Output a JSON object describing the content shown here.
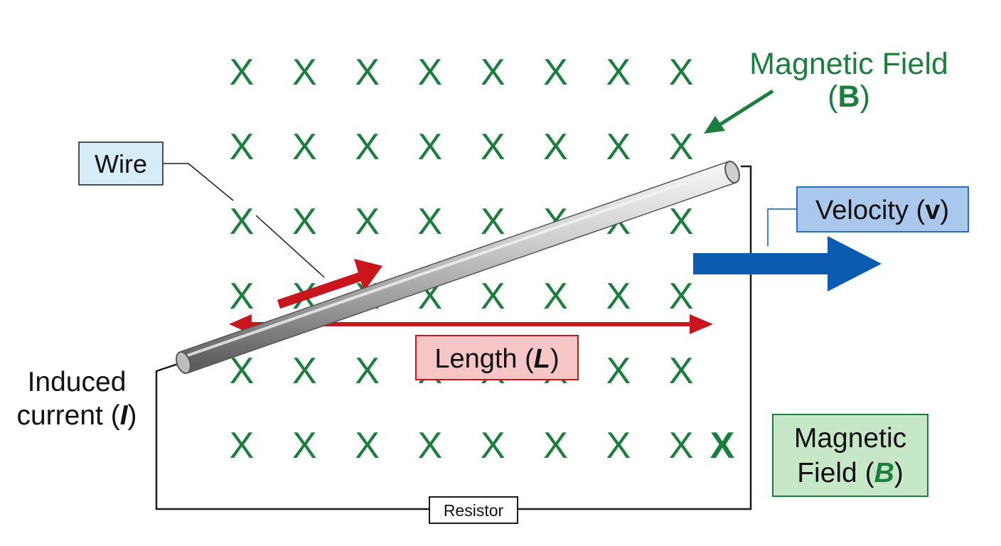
{
  "labels": {
    "mag_field_top_line1": "Magnetic Field",
    "mag_field_top_line2": "B",
    "wire": "Wire",
    "velocity_text": "Velocity",
    "velocity_symbol": "v",
    "length_text": "Length",
    "length_symbol": "L",
    "induced_line1": "Induced",
    "induced_line2": "current",
    "induced_symbol": "I",
    "mag_field_box_line1": "Magnetic",
    "mag_field_box_line2": "Field",
    "mag_field_box_symbol": "B",
    "resistor": "Resistor"
  },
  "field": {
    "symbol": "X",
    "rows": 6,
    "columns": 8,
    "extra_mark_in_last_row": true
  },
  "colors": {
    "field_green": "#1a7f3c",
    "wire_gray": "#9a9a9a",
    "current_red": "#c8161c",
    "velocity_blue": "#0b5cb0",
    "wire_label_bg": "#d6ecf8",
    "velocity_label_bg": "#a9c8ec",
    "length_label_bg": "#f6c6c6",
    "field_label_bg": "#c6e8c6"
  }
}
